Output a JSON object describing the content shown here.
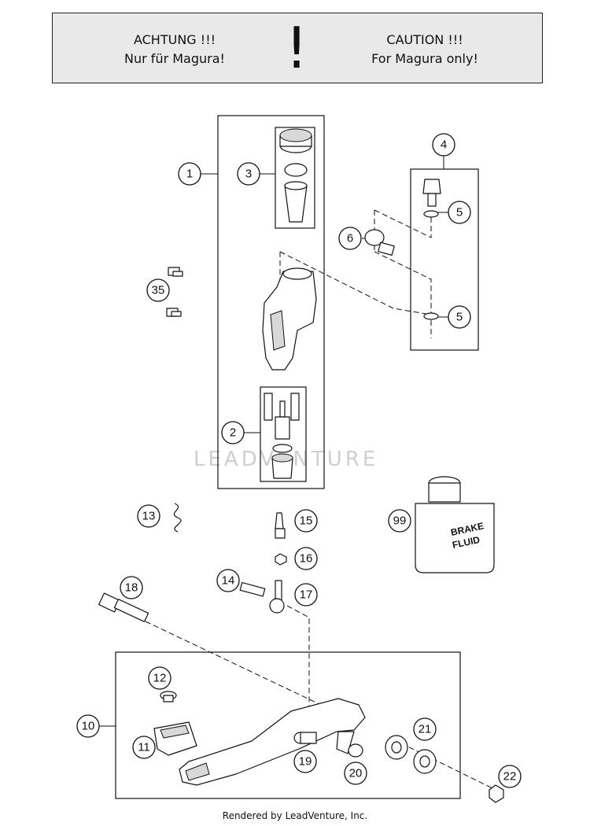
{
  "banner": {
    "left_line1": "ACHTUNG !!!",
    "left_line2": "Nur für Magura!",
    "symbol": "!",
    "right_line1": "CAUTION !!!",
    "right_line2": "For Magura only!"
  },
  "callouts": {
    "c1": "1",
    "c2": "2",
    "c3": "3",
    "c4": "4",
    "c5a": "5",
    "c5b": "5",
    "c6": "6",
    "c10": "10",
    "c11": "11",
    "c12": "12",
    "c13": "13",
    "c14": "14",
    "c15": "15",
    "c16": "16",
    "c17": "17",
    "c18": "18",
    "c19": "19",
    "c20": "20",
    "c21": "21",
    "c22": "22",
    "c35": "35",
    "c99": "99"
  },
  "brake_fluid": {
    "line1": "BRAKE",
    "line2": "FLUID"
  },
  "watermark": "LEADVENTURE",
  "footer": "Rendered by LeadVenture, Inc."
}
